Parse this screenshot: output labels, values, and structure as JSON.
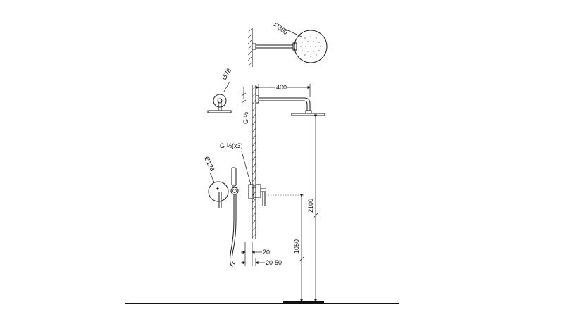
{
  "labels": {
    "dia_head": "Ø300",
    "dia_flange": "Ø78",
    "arm_length": "400",
    "arm_thread": "G ½",
    "valve_thread": "G ½(x3)",
    "dia_plate": "Ø128",
    "height_head": "2100",
    "height_valve": "1050",
    "depth_min": "20",
    "depth_range": "20-50"
  },
  "colors": {
    "line": "#1a1a1a",
    "background": "#ffffff"
  }
}
